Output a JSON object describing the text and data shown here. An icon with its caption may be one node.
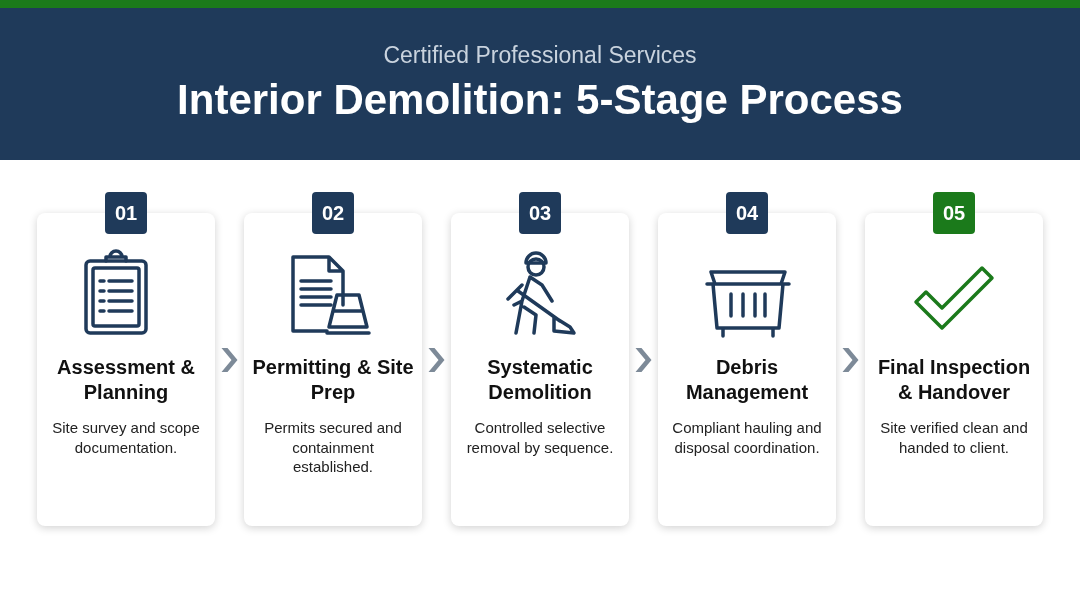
{
  "diagram": {
    "title": "Interior Demolition: 5-Stage Process",
    "nodes": [
      {
        "text": [
          "Assessment & Planning",
          "Site survey and scope documentation."
        ],
        "beside": [
          "01"
        ]
      },
      {
        "text": [
          "Permitting & Site Prep",
          "Permits secured and containment established."
        ],
        "beside": [
          "02"
        ]
      },
      {
        "text": [
          "Systematic Demolition",
          "Controlled selective removal by sequence."
        ],
        "beside": [
          "03"
        ]
      },
      {
        "text": [
          "Debris Management",
          "Compliant hauling and disposal coordination."
        ],
        "beside": [
          "04"
        ]
      },
      {
        "text": [
          "Final Inspection & Handover",
          "Site verified clean and handed to client."
        ],
        "beside": [
          "05"
        ]
      }
    ],
    "edges": [
      {
        "from": 0,
        "to": 1,
        "arrow": "to"
      },
      {
        "from": 1,
        "to": 2,
        "arrow": "to"
      },
      {
        "from": 2,
        "to": 3,
        "arrow": "to"
      },
      {
        "from": 3,
        "to": 4,
        "arrow": "to"
      }
    ],
    "labels": [
      "Certified Professional Services"
    ]
  }
}
